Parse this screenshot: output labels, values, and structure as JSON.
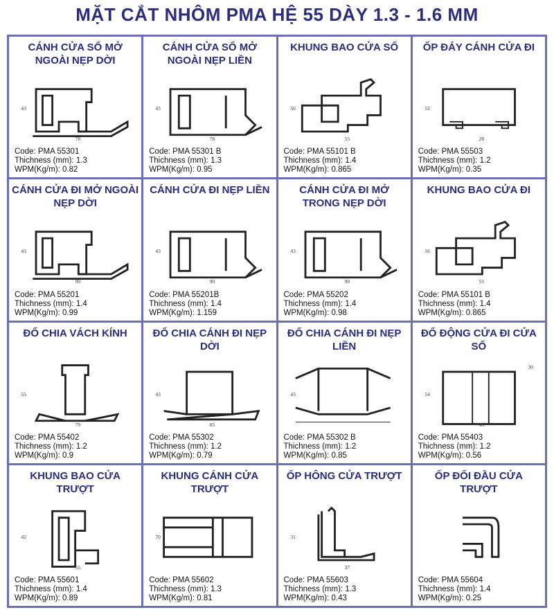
{
  "title": "MẶT CẮT NHÔM PMA HỆ 55 DÀY 1.3 - 1.6 MM",
  "labels": {
    "code": "Code:",
    "thickness": "Thichness (mm):",
    "wpm": "WPM(Kg/m):"
  },
  "colors": {
    "title": "#2b2d7c",
    "grid": "#6b6fb5",
    "profile": "#222222"
  },
  "profiles": [
    {
      "title": "CÁNH CỬA SỔ MỞ NGOÀI NẸP DỜI",
      "code": "PMA 55301",
      "thickness": "1.3",
      "wpm": "0.82",
      "dims": [
        "43",
        "78"
      ],
      "shape": "sash"
    },
    {
      "title": "CÁNH CỬA SỔ MỞ NGOÀI NẸP LIỀN",
      "code": "PMA 55301 B",
      "thickness": "1.3",
      "wpm": "0.95",
      "dims": [
        "43",
        "78"
      ],
      "shape": "sash-fixed"
    },
    {
      "title": "KHUNG BAO CỬA SỔ",
      "code": "PMA 55101 B",
      "thickness": "1.4",
      "wpm": "0.865",
      "dims": [
        "56",
        "55"
      ],
      "shape": "frame"
    },
    {
      "title": "ỐP ĐÁY CÁNH CỬA ĐI",
      "code": "PMA 55503",
      "thickness": "1.2",
      "wpm": "0.35",
      "dims": [
        "52",
        "28"
      ],
      "shape": "rect"
    },
    {
      "title": "CÁNH CỬA ĐI MỞ NGOÀI NẸP DỜI",
      "code": "PMA 55201",
      "thickness": "1.4",
      "wpm": "0.99",
      "dims": [
        "43",
        "90"
      ],
      "shape": "sash"
    },
    {
      "title": "CÁNH CỬA ĐI NẸP LIỀN",
      "code": "PMA 55201B",
      "thickness": "1.4",
      "wpm": "1.159",
      "dims": [
        "43",
        "90"
      ],
      "shape": "sash-fixed"
    },
    {
      "title": "CÁNH CỬA ĐI MỞ TRONG NẸP DỜI",
      "code": "PMA 55202",
      "thickness": "1.4",
      "wpm": "0.98",
      "dims": [
        "43",
        "90"
      ],
      "shape": "sash-fixed"
    },
    {
      "title": "KHUNG BAO CỬA ĐI",
      "code": "PMA 55101 B",
      "thickness": "1.4",
      "wpm": "0.865",
      "dims": [
        "56",
        "55"
      ],
      "shape": "frame"
    },
    {
      "title": "ĐỐ CHIA VÁCH KÍNH",
      "code": "PMA 55402",
      "thickness": "1.2",
      "wpm": "0.9",
      "dims": [
        "55",
        "79"
      ],
      "shape": "mullion"
    },
    {
      "title": "ĐỐ CHIA CÁNH ĐI NẸP DỜI",
      "code": "PMA 55302",
      "thickness": "1.2",
      "wpm": "0.79",
      "dims": [
        "43",
        "85"
      ],
      "shape": "divider"
    },
    {
      "title": "ĐỐ CHIA CÁNH ĐI NẸP LIỀN",
      "code": "PMA 55302 B",
      "thickness": "1.2",
      "wpm": "0.85",
      "dims": [
        "43",
        ""
      ],
      "shape": "divider-wide"
    },
    {
      "title": "ĐỐ ĐỘNG CỬA ĐI CỬA SỔ",
      "code": "PMA 55403",
      "thickness": "1.2",
      "wpm": "0.56",
      "dims": [
        "54",
        "43",
        "30"
      ],
      "shape": "moving"
    },
    {
      "title": "KHUNG BAO CỬA TRƯỢT",
      "code": "PMA 55601",
      "thickness": "1.4",
      "wpm": "0.89",
      "dims": [
        "42",
        "55"
      ],
      "shape": "slide-frame"
    },
    {
      "title": "KHUNG CÁNH CỬA TRƯỢT",
      "code": "PMA 55602",
      "thickness": "1.3",
      "wpm": "0.81",
      "dims": [
        "70"
      ],
      "shape": "slide-sash"
    },
    {
      "title": "ỐP HÔNG CỬA TRƯỢT",
      "code": "PMA 55603",
      "thickness": "1.3",
      "wpm": "0.43",
      "dims": [
        "31",
        "37"
      ],
      "shape": "side"
    },
    {
      "title": "ỐP ĐỐI ĐẦU CỬA TRƯỢT",
      "code": "PMA 55604",
      "thickness": "1.4",
      "wpm": "0.25",
      "dims": [],
      "shape": "cap"
    }
  ]
}
